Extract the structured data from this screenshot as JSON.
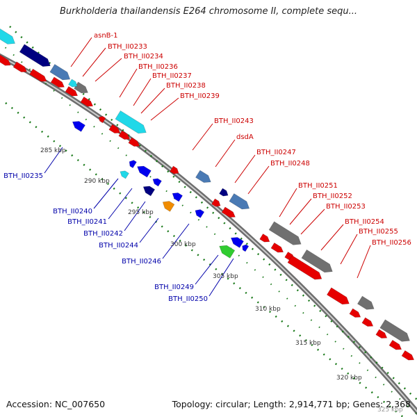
{
  "title": "Burkholderia thailandensis E264 chromosome II, complete sequ...",
  "footer": {
    "accession": "Accession: NC_007650",
    "summary": "Topology: circular; Length: 2,914,771 bp; Genes: 2,368"
  },
  "colors": {
    "forward_label": "#cc0000",
    "reverse_label": "#0000aa",
    "cds_red": "#e60000",
    "blue": "#0000ee",
    "navy": "#000080",
    "steel": "#4a7ab4",
    "cyan": "#20d8e8",
    "grey": "#707070",
    "orange": "#f08c00",
    "green": "#30cc30",
    "tick": "#1a7a1a"
  },
  "scale_labels": [
    "285 kbp",
    "290 kbp",
    "295 kbp",
    "300 kbp",
    "305 kbp",
    "310 kbp",
    "315 kbp",
    "320 kbp",
    "325 kbp"
  ],
  "forward_labels": [
    "asnB-1",
    "BTH_II0233",
    "BTH_II0234",
    "BTH_II0236",
    "BTH_II0237",
    "BTH_II0238",
    "BTH_II0239",
    "BTH_II0243",
    "dsdA",
    "BTH_II0247",
    "BTH_II0248",
    "BTH_II0251",
    "BTH_II0252",
    "BTH_II0253",
    "BTH_II0254",
    "BTH_II0255",
    "BTH_II0256"
  ],
  "reverse_labels": [
    "BTH_II0235",
    "BTH_II0240",
    "BTH_II0241",
    "BTH_II0242",
    "BTH_II0244",
    "BTH_II0246",
    "BTH_II0249",
    "BTH_II0250"
  ]
}
